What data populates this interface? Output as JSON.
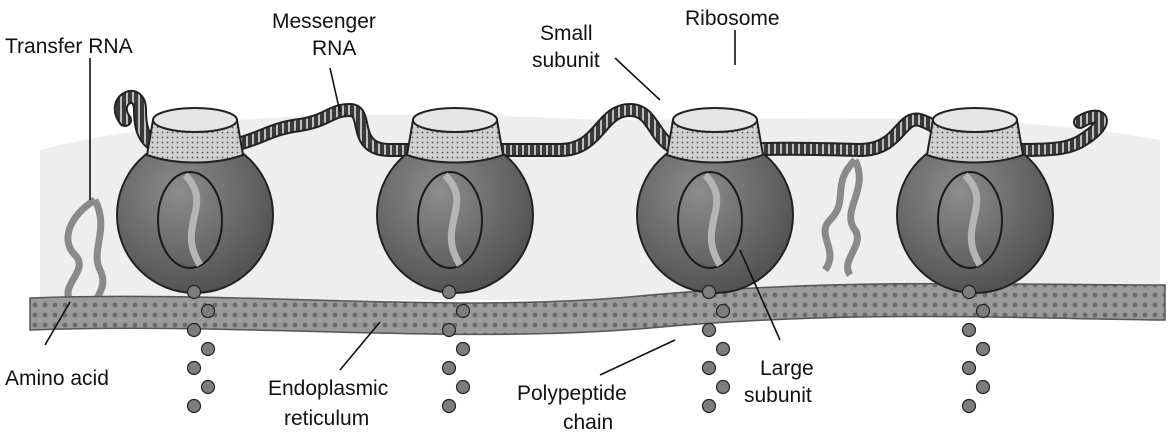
{
  "labels": {
    "transfer_rna": "Transfer RNA",
    "messenger_rna_line1": "Messenger",
    "messenger_rna_line2": "RNA",
    "small_subunit_line1": "Small",
    "small_subunit_line2": "subunit",
    "ribosome": "Ribosome",
    "amino_acid": "Amino acid",
    "endoplasmic_reticulum_line1": "Endoplasmic",
    "endoplasmic_reticulum_line2": "reticulum",
    "polypeptide_chain_line1": "Polypeptide",
    "polypeptide_chain_line2": "chain",
    "large_subunit_line1": "Large",
    "large_subunit_line2": "subunit"
  },
  "colors": {
    "background": "#ffffff",
    "ribosome_body": "#6e6e6e",
    "small_subunit": "#d9d9d9",
    "messenger_rna": "#2b2b2b",
    "endoplasmic_reticulum": "#8a8a8a",
    "amino_acid_bead": "#7a7a7a",
    "transfer_rna": "#9a9a9a"
  },
  "ribosome_count": 4
}
